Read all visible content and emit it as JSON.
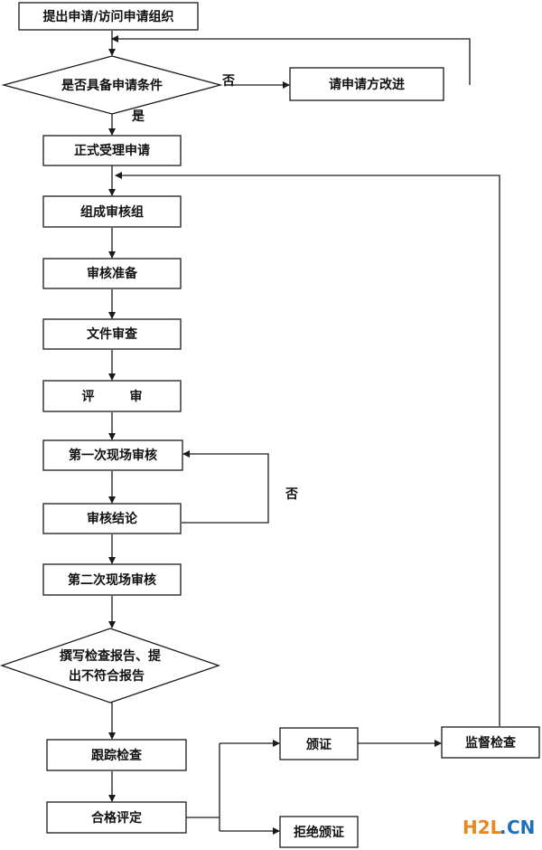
{
  "nodes": {
    "start": "提出申请/访问申请组织",
    "condition_check": "是否具备申请条件",
    "improve": "请申请方改进",
    "accept": "正式受理申请",
    "form_team": "组成审核组",
    "prepare": "审核准备",
    "doc_review": "文件审查",
    "evaluate": "评        审",
    "first_audit": "第一次现场审核",
    "conclusion": "审核结论",
    "second_audit": "第二次现场审核",
    "report_line1": "撰写检查报告、提",
    "report_line2": "出不符合报告",
    "tracking": "跟踪检查",
    "qualify": "合格评定",
    "certify": "颁证",
    "refuse": "拒绝颁证",
    "supervise": "监督检查"
  },
  "edge_labels": {
    "no_1": "否",
    "yes_1": "是",
    "no_2": "否"
  },
  "watermark": {
    "h2l": "H2L",
    "dot": ".",
    "cn": "CN",
    "h2l_color": "#e8871e",
    "cn_color": "#1f6fb8"
  }
}
